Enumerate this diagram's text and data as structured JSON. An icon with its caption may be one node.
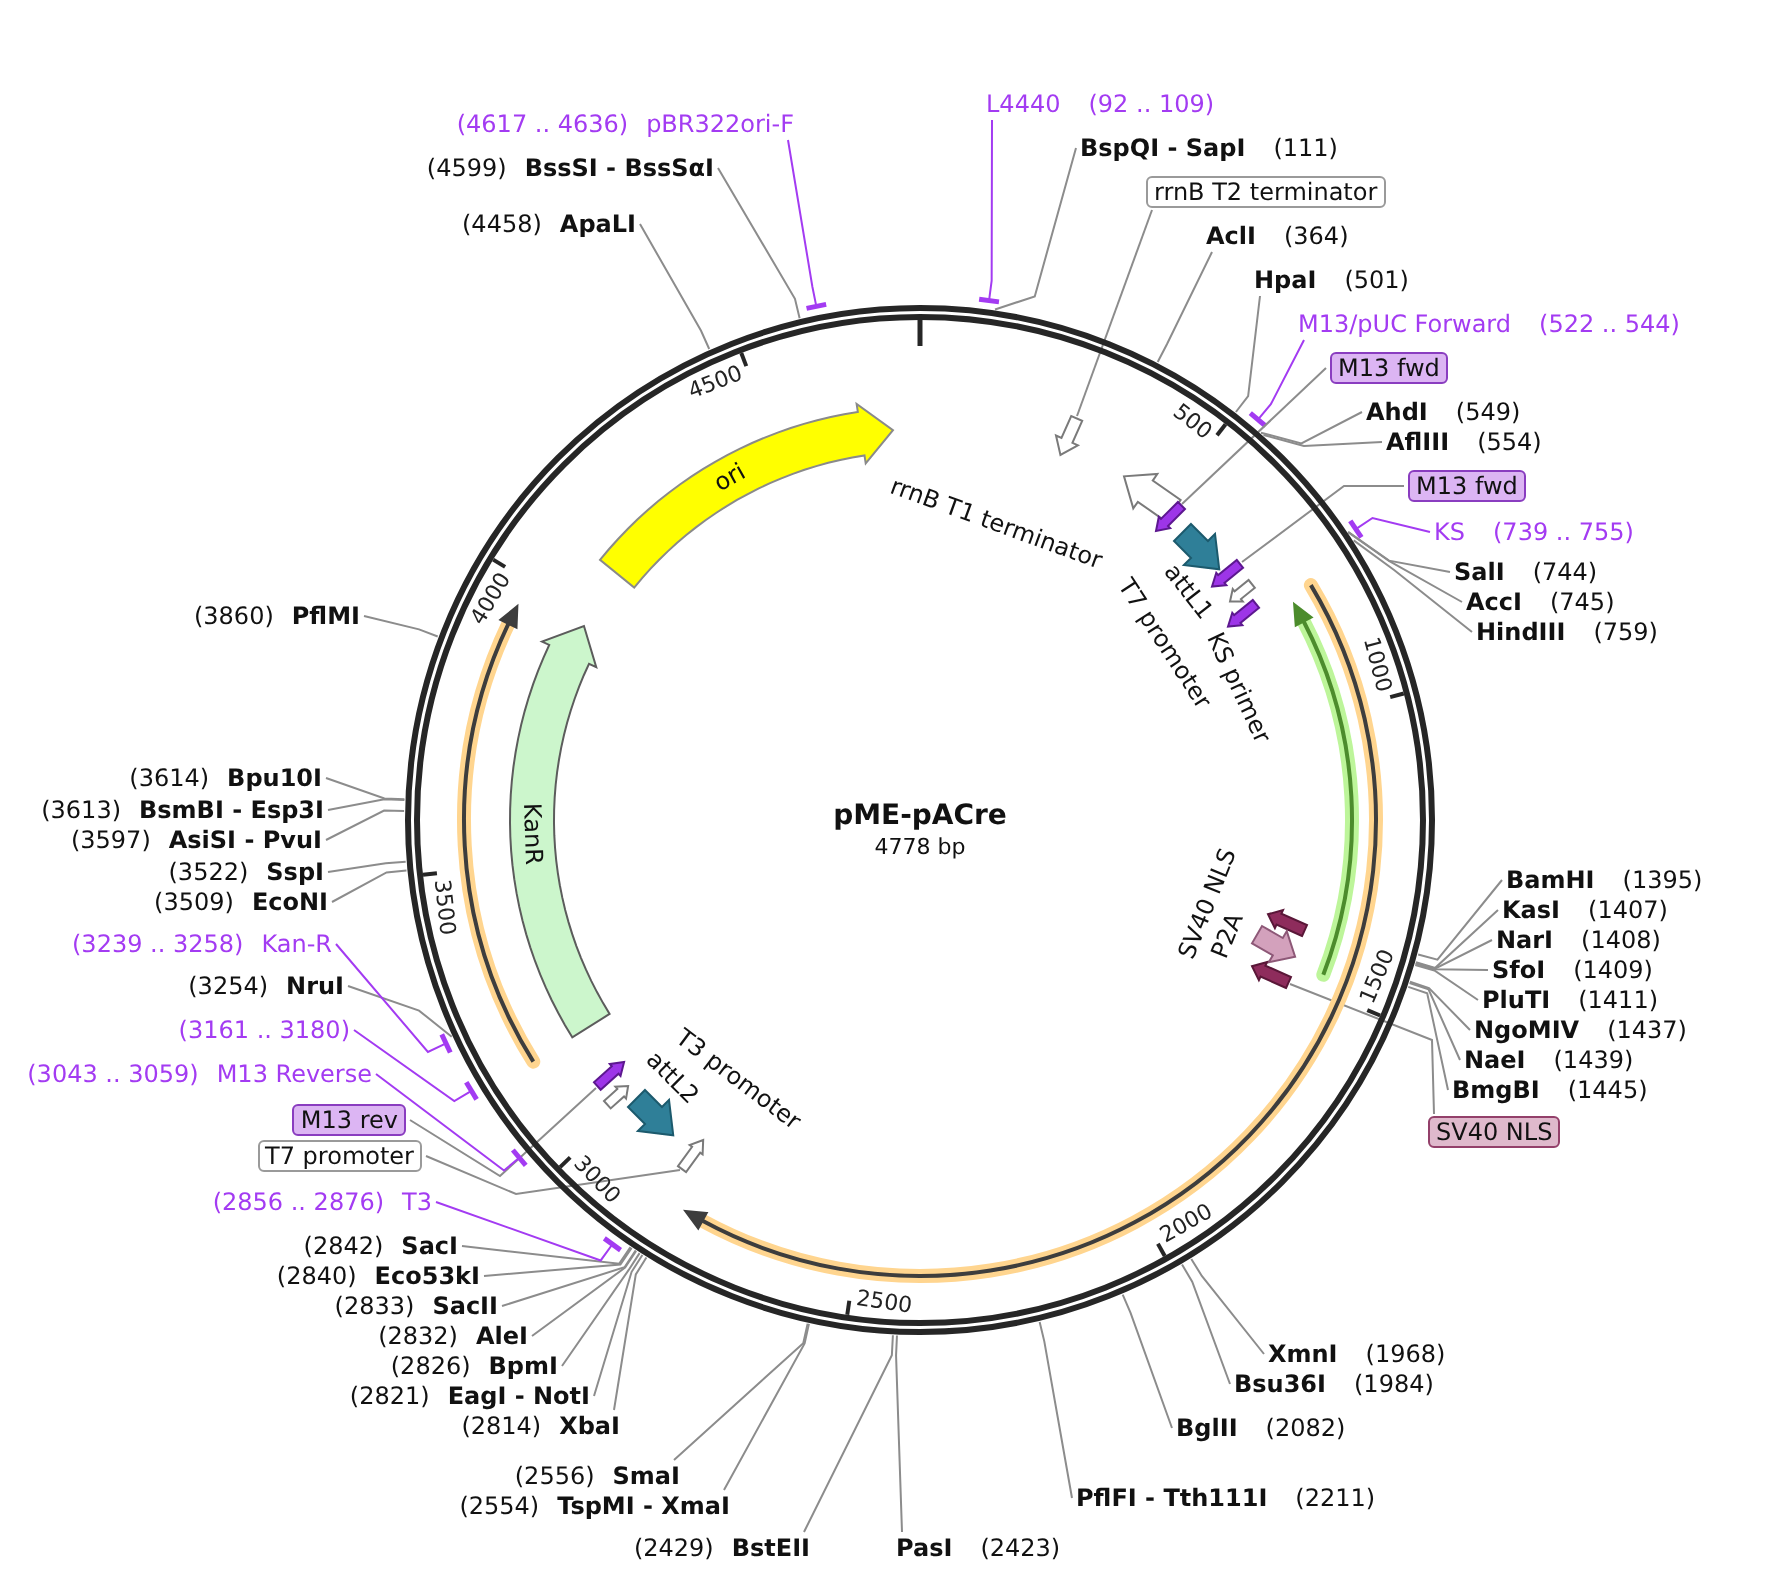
{
  "diagram": {
    "nodes": [
      {
        "text": [
          "pME-pACre",
          "4778 bp"
        ]
      },
      {
        "text": [
          "ori"
        ],
        "in": 0
      },
      {
        "text": [],
        "shape": "arrow",
        "in": 0
      },
      {
        "text": [],
        "shape": "arrow",
        "in": 0
      },
      {
        "text": [],
        "shape": "arrow",
        "in": 0
      },
      {
        "text": [],
        "shape": "arrow",
        "beside": [
          "attL1"
        ],
        "in": 0
      },
      {
        "text": [],
        "shape": "arrow",
        "in": 0
      },
      {
        "text": [],
        "shape": "arrow",
        "in": 0
      },
      {
        "text": [],
        "shape": "arrow",
        "beside": [
          "KS primer"
        ],
        "in": 0
      },
      {
        "text": [],
        "shape": "arrow",
        "in": 0
      },
      {
        "text": [],
        "shape": "arrow",
        "beside": [
          "P2A"
        ],
        "in": 0
      },
      {
        "text": [],
        "shape": "arrow",
        "in": 0
      },
      {
        "text": [],
        "shape": "arrow",
        "in": 0
      },
      {
        "text": [],
        "shape": "arrow",
        "beside": [
          "attL2"
        ],
        "in": 0
      },
      {
        "text": [],
        "shape": "arrow",
        "in": 0
      },
      {
        "text": [],
        "shape": "arrow",
        "in": 0
      },
      {
        "text": [
          "KanR"
        ],
        "in": 0
      },
      {
        "text": [
          "L4440",
          "(92 .. 109)"
        ]
      },
      {
        "text": [
          "BspQI - SapI",
          "(111)"
        ]
      },
      {
        "text": [
          "rrnB T2 terminator"
        ]
      },
      {
        "text": [
          "AclI",
          "(364)"
        ]
      },
      {
        "text": [
          "HpaI",
          "(501)"
        ]
      },
      {
        "text": [
          "M13/pUC Forward",
          "(522 .. 544)"
        ]
      },
      {
        "text": [
          "M13 fwd"
        ]
      },
      {
        "text": [
          "AhdI",
          "(549)"
        ]
      },
      {
        "text": [
          "AflIII",
          "(554)"
        ]
      },
      {
        "text": [
          "M13 fwd"
        ]
      },
      {
        "text": [
          "KS",
          "(739 .. 755)"
        ]
      },
      {
        "text": [
          "SalI",
          "(744)"
        ]
      },
      {
        "text": [
          "AccI",
          "(745)"
        ]
      },
      {
        "text": [
          "HindIII",
          "(759)"
        ]
      },
      {
        "text": [
          "BamHI",
          "(1395)"
        ]
      },
      {
        "text": [
          "KasI",
          "(1407)"
        ]
      },
      {
        "text": [
          "NarI",
          "(1408)"
        ]
      },
      {
        "text": [
          "SfoI",
          "(1409)"
        ]
      },
      {
        "text": [
          "PluTI",
          "(1411)"
        ]
      },
      {
        "text": [
          "NgoMIV",
          "(1437)"
        ]
      },
      {
        "text": [
          "NaeI",
          "(1439)"
        ]
      },
      {
        "text": [
          "BmgBI",
          "(1445)"
        ]
      },
      {
        "text": [
          "SV40 NLS"
        ]
      },
      {
        "text": [
          "XmnI",
          "(1968)"
        ]
      },
      {
        "text": [
          "Bsu36I",
          "(1984)"
        ]
      },
      {
        "text": [
          "BglII",
          "(2082)"
        ]
      },
      {
        "text": [
          "PflFI - Tth111I",
          "(2211)"
        ]
      },
      {
        "text": [
          "PasI",
          "(2423)"
        ]
      },
      {
        "text": [
          "(2429)",
          "BstEII"
        ]
      },
      {
        "text": [
          "(2554)",
          "TspMI - XmaI"
        ]
      },
      {
        "text": [
          "(2556)",
          "SmaI"
        ]
      },
      {
        "text": [
          "(2814)",
          "XbaI"
        ]
      },
      {
        "text": [
          "(2821)",
          "EagI - NotI"
        ]
      },
      {
        "text": [
          "(2826)",
          "BpmI"
        ]
      },
      {
        "text": [
          "(2832)",
          "AleI"
        ]
      },
      {
        "text": [
          "(2833)",
          "SacII"
        ]
      },
      {
        "text": [
          "(2840)",
          "Eco53kI"
        ]
      },
      {
        "text": [
          "(2842)",
          "SacI"
        ]
      },
      {
        "text": [
          "(2856 .. 2876)",
          "T3"
        ]
      },
      {
        "text": [
          "T7 promoter"
        ]
      },
      {
        "text": [
          "M13 rev"
        ]
      },
      {
        "text": [
          "(3043 .. 3059)",
          "M13 Reverse"
        ]
      },
      {
        "text": [
          "(3161 .. 3180)"
        ]
      },
      {
        "text": [
          "(3254)",
          "NruI"
        ]
      },
      {
        "text": [
          "(3239 .. 3258)",
          "Kan-R"
        ]
      },
      {
        "text": [
          "(3509)",
          "EcoNI"
        ]
      },
      {
        "text": [
          "(3522)",
          "SspI"
        ]
      },
      {
        "text": [
          "(3597)",
          "AsiSI - PvuI"
        ]
      },
      {
        "text": [
          "(3613)",
          "BsmBI - Esp3I"
        ]
      },
      {
        "text": [
          "(3614)",
          "Bpu10I"
        ]
      },
      {
        "text": [
          "(3860)",
          "PflMI"
        ]
      },
      {
        "text": [
          "(4458)",
          "ApaLI"
        ]
      },
      {
        "text": [
          "(4599)",
          "BssSI - BssSαI"
        ]
      },
      {
        "text": [
          "(4617 .. 4636)",
          "pBR322ori-F"
        ]
      }
    ],
    "edges": [
      {
        "from": 17,
        "to": 0,
        "arrow": "other",
        "color": "#a33bf2"
      },
      {
        "from": 18,
        "to": 0,
        "arrow": "none"
      },
      {
        "from": 19,
        "to": 3,
        "arrow": "none"
      },
      {
        "from": 20,
        "to": 0,
        "arrow": "none"
      },
      {
        "from": 21,
        "to": 0,
        "arrow": "none"
      },
      {
        "from": 22,
        "to": 0,
        "arrow": "other",
        "color": "#a33bf2"
      },
      {
        "from": 23,
        "to": 4,
        "arrow": "none"
      },
      {
        "from": 24,
        "to": 0,
        "arrow": "none"
      },
      {
        "from": 25,
        "to": 0,
        "arrow": "none"
      },
      {
        "from": 26,
        "to": 6,
        "arrow": "none"
      },
      {
        "from": 27,
        "to": 0,
        "arrow": "other",
        "color": "#a33bf2"
      },
      {
        "from": 28,
        "to": 0,
        "arrow": "none"
      },
      {
        "from": 29,
        "to": 0,
        "arrow": "none"
      },
      {
        "from": 30,
        "to": 0,
        "arrow": "none"
      },
      {
        "from": 31,
        "to": 0,
        "arrow": "none"
      },
      {
        "from": 32,
        "to": 0,
        "arrow": "none"
      },
      {
        "from": 33,
        "to": 0,
        "arrow": "none"
      },
      {
        "from": 34,
        "to": 0,
        "arrow": "none"
      },
      {
        "from": 35,
        "to": 0,
        "arrow": "none"
      },
      {
        "from": 36,
        "to": 0,
        "arrow": "none"
      },
      {
        "from": 37,
        "to": 0,
        "arrow": "none"
      },
      {
        "from": 38,
        "to": 0,
        "arrow": "none"
      },
      {
        "from": 39,
        "to": 11,
        "arrow": "none"
      },
      {
        "from": 40,
        "to": 0,
        "arrow": "none"
      },
      {
        "from": 41,
        "to": 0,
        "arrow": "none"
      },
      {
        "from": 42,
        "to": 0,
        "arrow": "none"
      },
      {
        "from": 43,
        "to": 0,
        "arrow": "none"
      },
      {
        "from": 44,
        "to": 0,
        "arrow": "none"
      },
      {
        "from": 45,
        "to": 0,
        "arrow": "none"
      },
      {
        "from": 46,
        "to": 0,
        "arrow": "none"
      },
      {
        "from": 47,
        "to": 0,
        "arrow": "none"
      },
      {
        "from": 48,
        "to": 0,
        "arrow": "none"
      },
      {
        "from": 49,
        "to": 0,
        "arrow": "none"
      },
      {
        "from": 50,
        "to": 0,
        "arrow": "none"
      },
      {
        "from": 51,
        "to": 0,
        "arrow": "none"
      },
      {
        "from": 52,
        "to": 0,
        "arrow": "none"
      },
      {
        "from": 53,
        "to": 0,
        "arrow": "none"
      },
      {
        "from": 54,
        "to": 0,
        "arrow": "none"
      },
      {
        "from": 55,
        "to": 0,
        "arrow": "other",
        "color": "#a33bf2"
      },
      {
        "from": 56,
        "to": 12,
        "arrow": "none"
      },
      {
        "from": 57,
        "to": 15,
        "arrow": "none"
      },
      {
        "from": 58,
        "to": 0,
        "arrow": "other",
        "color": "#a33bf2"
      },
      {
        "from": 59,
        "to": 0,
        "arrow": "other",
        "color": "#a33bf2"
      },
      {
        "from": 60,
        "to": 0,
        "arrow": "none"
      },
      {
        "from": 61,
        "to": 0,
        "arrow": "other",
        "color": "#a33bf2"
      },
      {
        "from": 62,
        "to": 0,
        "arrow": "none"
      },
      {
        "from": 63,
        "to": 0,
        "arrow": "none"
      },
      {
        "from": 64,
        "to": 0,
        "arrow": "none"
      },
      {
        "from": 65,
        "to": 0,
        "arrow": "none"
      },
      {
        "from": 66,
        "to": 0,
        "arrow": "none"
      },
      {
        "from": 67,
        "to": 0,
        "arrow": "none"
      },
      {
        "from": 68,
        "to": 0,
        "arrow": "none"
      },
      {
        "from": 69,
        "to": 0,
        "arrow": "none"
      },
      {
        "from": 70,
        "to": 0,
        "arrow": "other",
        "color": "#a33bf2"
      }
    ],
    "labels": [
      "500",
      "1000",
      "1500",
      "2000",
      "2500",
      "3000",
      "3500",
      "4000",
      "4500",
      "rrnB T1 terminator",
      "T7 promoter",
      "SV40 NLS",
      "T3 promoter"
    ]
  }
}
